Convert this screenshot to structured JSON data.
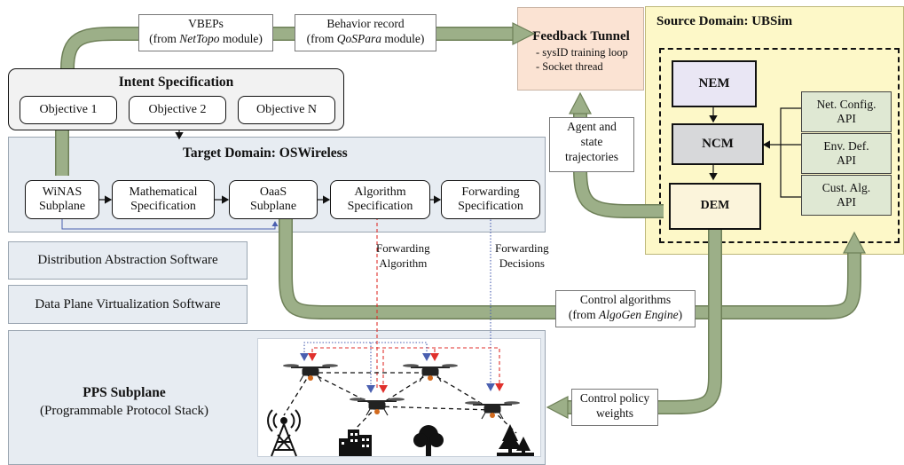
{
  "intent": {
    "title": "Intent Specification",
    "objectives": [
      "Objective 1",
      "Objective 2",
      "Objective N"
    ]
  },
  "target_domain": {
    "title": "Target Domain: OSWireless",
    "boxes": [
      {
        "l1": "WiNAS",
        "l2": "Subplane"
      },
      {
        "l1": "Mathematical",
        "l2": "Specification"
      },
      {
        "l1": "OaaS",
        "l2": "Subplane"
      },
      {
        "l1": "Algorithm",
        "l2": "Specification"
      },
      {
        "l1": "Forwarding",
        "l2": "Specification"
      }
    ]
  },
  "software": {
    "distribution": "Distribution Abstraction Software",
    "virtualization": "Data Plane Virtualization Software"
  },
  "pps": {
    "title": "PPS Subplane",
    "subtitle": "(Programmable Protocol Stack)"
  },
  "feedback": {
    "title": "Feedback Tunnel",
    "items": [
      "- sysID training loop",
      "- Socket thread"
    ]
  },
  "source_domain": {
    "title": "Source Domain: UBSim",
    "nem": "NEM",
    "ncm": "NCM",
    "dem": "DEM",
    "apis": [
      {
        "l1": "Net. Config.",
        "l2": "API"
      },
      {
        "l1": "Env. Def.",
        "l2": "API"
      },
      {
        "l1": "Cust. Alg.",
        "l2": "API"
      }
    ]
  },
  "labels": {
    "vbeps": {
      "l1": "VBEPs",
      "pre": "(from ",
      "em": "NetTopo",
      "post": " module)"
    },
    "behavior": {
      "l1": "Behavior record",
      "pre": "(from ",
      "em": "QoSPara",
      "post": " module)"
    },
    "agent": {
      "l1": "Agent and",
      "l2": "state",
      "l3": "trajectories"
    },
    "control_algs": {
      "l1": "Control algorithms",
      "pre": "(from ",
      "em": "AlgoGen Engine",
      "post": ")"
    },
    "control_policy": {
      "l1": "Control policy",
      "l2": "weights"
    },
    "fwd_alg": {
      "l1": "Forwarding",
      "l2": "Algorithm"
    },
    "fwd_dec": {
      "l1": "Forwarding",
      "l2": "Decisions"
    }
  },
  "colors": {
    "region_fill": "#e7ecf2",
    "feedback_fill": "#fbe3d3",
    "source_fill": "#fdf8c8",
    "api_fill": "#dfe8d3",
    "nem_fill": "#e9e6f4",
    "ncm_fill": "#d7d8da",
    "dem_fill": "#fbf4db",
    "pipe": "#9caf88",
    "pipe_edge": "#6e8058",
    "red_link": "#e0302c",
    "blue_link": "#4a5fb0"
  },
  "icons": [
    "drone-icon",
    "cell-tower-icon",
    "buildings-icon",
    "tree-icon",
    "forest-icon"
  ]
}
